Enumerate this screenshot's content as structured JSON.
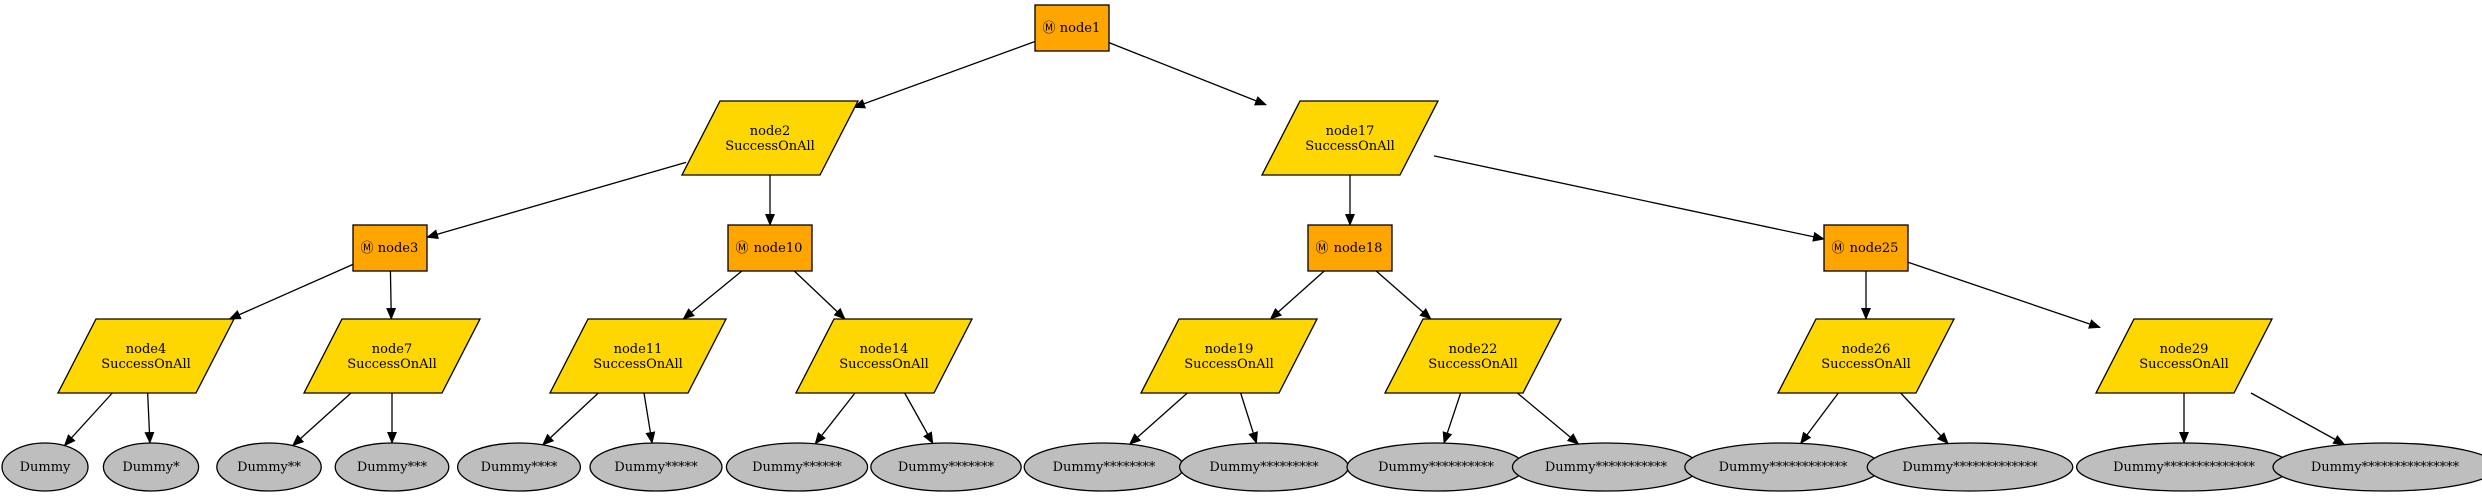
{
  "nodes": [
    {
      "id": "n1",
      "type": "box",
      "label": "node1"
    },
    {
      "id": "n2",
      "type": "para",
      "label": "node2",
      "sub": "SuccessOnAll"
    },
    {
      "id": "n17",
      "type": "para",
      "label": "node17",
      "sub": "SuccessOnAll"
    },
    {
      "id": "n3",
      "type": "box",
      "label": "node3"
    },
    {
      "id": "n10",
      "type": "box",
      "label": "node10"
    },
    {
      "id": "n18",
      "type": "box",
      "label": "node18"
    },
    {
      "id": "n25",
      "type": "box",
      "label": "node25"
    },
    {
      "id": "n4",
      "type": "para",
      "label": "node4",
      "sub": "SuccessOnAll"
    },
    {
      "id": "n7",
      "type": "para",
      "label": "node7",
      "sub": "SuccessOnAll"
    },
    {
      "id": "n11",
      "type": "para",
      "label": "node11",
      "sub": "SuccessOnAll"
    },
    {
      "id": "n14",
      "type": "para",
      "label": "node14",
      "sub": "SuccessOnAll"
    },
    {
      "id": "n19",
      "type": "para",
      "label": "node19",
      "sub": "SuccessOnAll"
    },
    {
      "id": "n22",
      "type": "para",
      "label": "node22",
      "sub": "SuccessOnAll"
    },
    {
      "id": "n26",
      "type": "para",
      "label": "node26",
      "sub": "SuccessOnAll"
    },
    {
      "id": "n29",
      "type": "para",
      "label": "node29",
      "sub": "SuccessOnAll"
    },
    {
      "id": "d0",
      "type": "ellipse",
      "label": "Dummy"
    },
    {
      "id": "d1",
      "type": "ellipse",
      "label": "Dummy*"
    },
    {
      "id": "d2",
      "type": "ellipse",
      "label": "Dummy**"
    },
    {
      "id": "d3",
      "type": "ellipse",
      "label": "Dummy***"
    },
    {
      "id": "d4",
      "type": "ellipse",
      "label": "Dummy****"
    },
    {
      "id": "d5",
      "type": "ellipse",
      "label": "Dummy*****"
    },
    {
      "id": "d6",
      "type": "ellipse",
      "label": "Dummy******"
    },
    {
      "id": "d7",
      "type": "ellipse",
      "label": "Dummy*******"
    },
    {
      "id": "d8",
      "type": "ellipse",
      "label": "Dummy********"
    },
    {
      "id": "d9",
      "type": "ellipse",
      "label": "Dummy*********"
    },
    {
      "id": "d10",
      "type": "ellipse",
      "label": "Dummy**********"
    },
    {
      "id": "d11",
      "type": "ellipse",
      "label": "Dummy***********"
    },
    {
      "id": "d12",
      "type": "ellipse",
      "label": "Dummy************"
    },
    {
      "id": "d13",
      "type": "ellipse",
      "label": "Dummy*************"
    },
    {
      "id": "d14",
      "type": "ellipse",
      "label": "Dummy**************"
    },
    {
      "id": "d15",
      "type": "ellipse",
      "label": "Dummy***************"
    }
  ],
  "edges": [
    [
      "n1",
      "n2"
    ],
    [
      "n1",
      "n17"
    ],
    [
      "n2",
      "n3"
    ],
    [
      "n2",
      "n10"
    ],
    [
      "n17",
      "n18"
    ],
    [
      "n17",
      "n25"
    ],
    [
      "n3",
      "n4"
    ],
    [
      "n3",
      "n7"
    ],
    [
      "n10",
      "n11"
    ],
    [
      "n10",
      "n14"
    ],
    [
      "n18",
      "n19"
    ],
    [
      "n18",
      "n22"
    ],
    [
      "n25",
      "n26"
    ],
    [
      "n25",
      "n29"
    ],
    [
      "n4",
      "d0"
    ],
    [
      "n4",
      "d1"
    ],
    [
      "n7",
      "d2"
    ],
    [
      "n7",
      "d3"
    ],
    [
      "n11",
      "d4"
    ],
    [
      "n11",
      "d5"
    ],
    [
      "n14",
      "d6"
    ],
    [
      "n14",
      "d7"
    ],
    [
      "n19",
      "d8"
    ],
    [
      "n19",
      "d9"
    ],
    [
      "n22",
      "d10"
    ],
    [
      "n22",
      "d11"
    ],
    [
      "n26",
      "d12"
    ],
    [
      "n26",
      "d13"
    ],
    [
      "n29",
      "d14"
    ],
    [
      "n29",
      "d15"
    ]
  ],
  "colors": {
    "box_fill": "#FFA500",
    "para_fill": "#FFD700",
    "ellipse_fill": "#BEBEBE",
    "stroke": "#000000",
    "box_icon": "Ⓜ"
  }
}
